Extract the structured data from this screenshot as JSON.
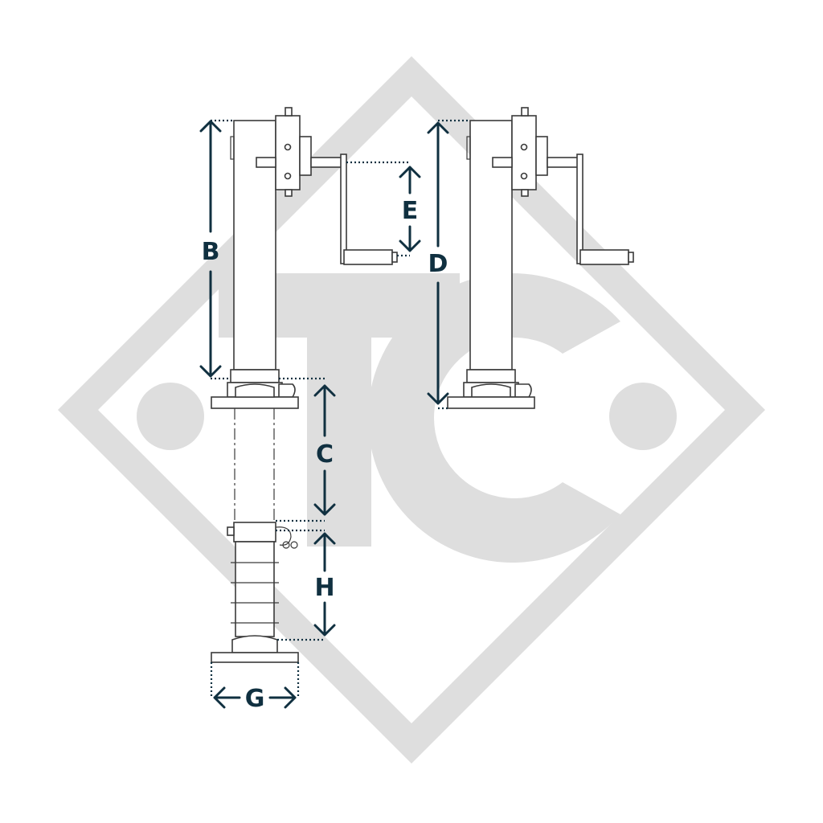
{
  "watermark": {
    "logo_text": "TC",
    "color": "#dedede"
  },
  "dimension_color": "#103040",
  "drawing_color": "#3a3a3a",
  "dimensions": {
    "B": "B",
    "C": "C",
    "D": "D",
    "E": "E",
    "G": "G",
    "H": "H"
  }
}
